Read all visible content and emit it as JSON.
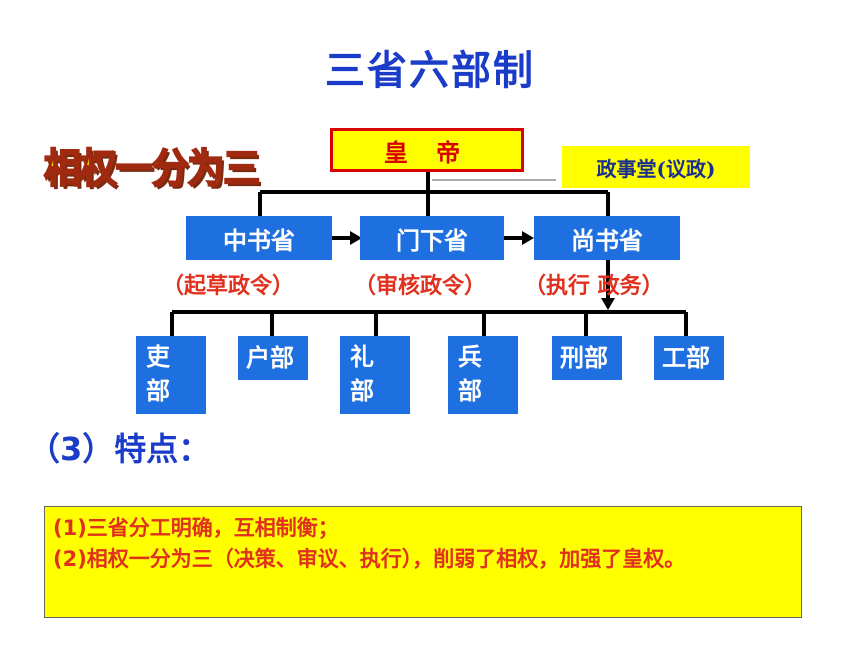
{
  "title": "三省六部制",
  "subtitle": "相权一分为三",
  "emperor": "皇 帝",
  "council": "政事堂(议政)",
  "departments": [
    {
      "name": "中书省",
      "role": "（起草政令）"
    },
    {
      "name": "门下省",
      "role": "（审核政令）"
    },
    {
      "name": "尚书省",
      "role": "（执行 政务）"
    }
  ],
  "ministries": [
    {
      "line1": "吏",
      "line2": "部"
    },
    {
      "line1": "户部",
      "line2": ""
    },
    {
      "line1": "礼",
      "line2": "部"
    },
    {
      "line1": "兵",
      "line2": "部"
    },
    {
      "line1": "刑部",
      "line2": ""
    },
    {
      "line1": "工部",
      "line2": ""
    }
  ],
  "feature_heading": "（3）特点：",
  "notes": [
    "(1)三省分工明确，互相制衡；",
    "(2)相权一分为三（决策、审议、执行），削弱了相权，加强了皇权。"
  ],
  "colors": {
    "title_blue": "#1a3cc8",
    "box_blue": "#1e6fe0",
    "red": "#e0301e",
    "yellow": "#ffff00"
  }
}
